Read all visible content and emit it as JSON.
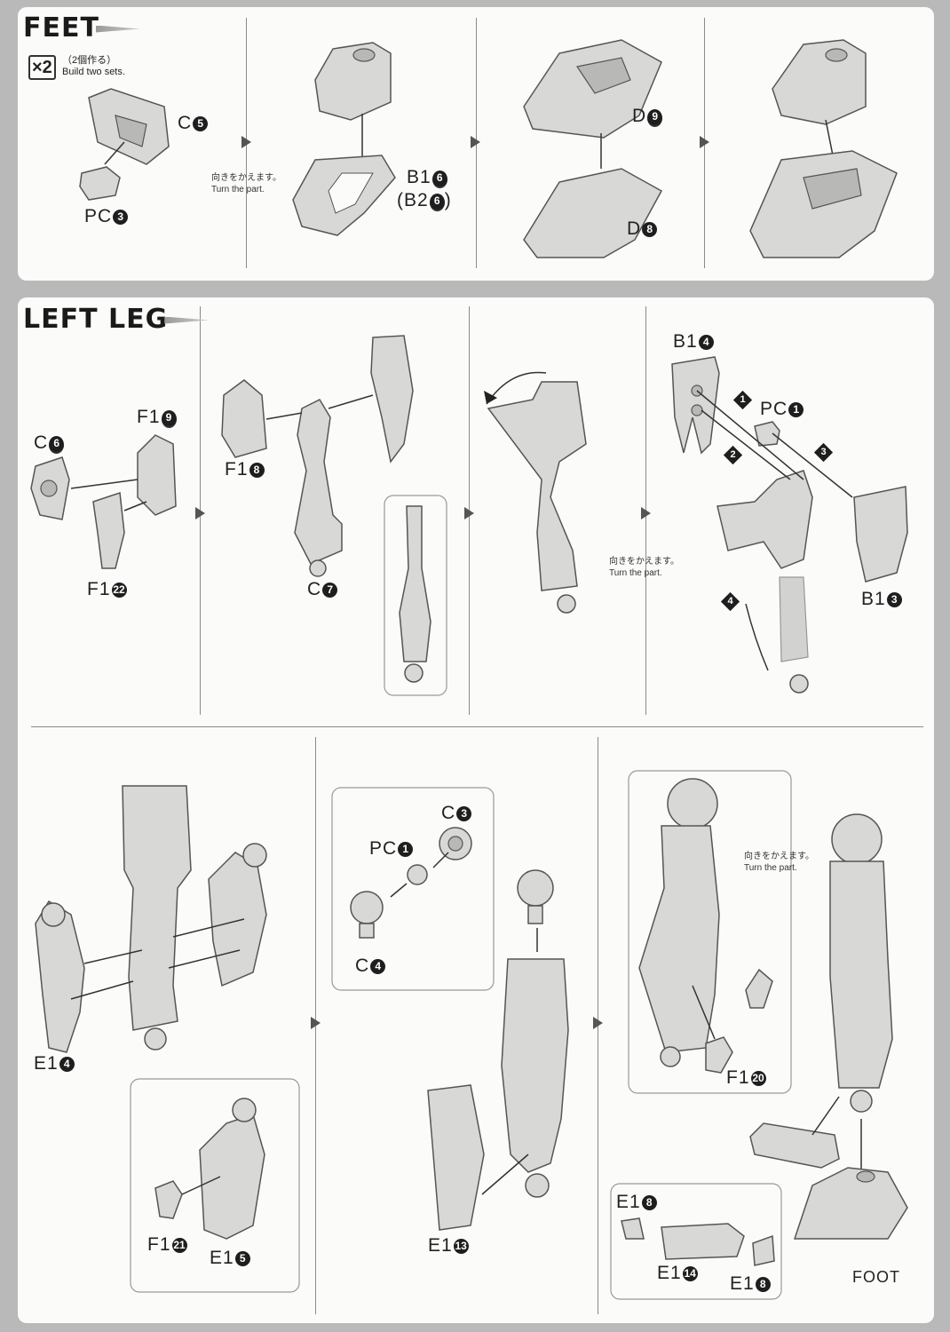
{
  "feet": {
    "title": "FEET",
    "multiplier": "×2",
    "jp_note": "（2個作る）",
    "en_note": "Build two sets.",
    "turn_jp": "向きをかえます。",
    "turn_en": "Turn the part.",
    "labels": {
      "c5": {
        "part": "C",
        "num": "5"
      },
      "pc3": {
        "part": "PC",
        "num": "3"
      },
      "b16": {
        "part": "B1",
        "num": "6"
      },
      "b26": {
        "part": "(B2",
        "num": "6",
        "close": ")"
      },
      "d9": {
        "part": "D",
        "num": "9"
      },
      "d8": {
        "part": "D",
        "num": "8"
      }
    }
  },
  "left_leg": {
    "title": "LEFT LEG",
    "turn_jp": "向きをかえます。",
    "turn_en": "Turn the part.",
    "labels": {
      "f19": {
        "part": "F1",
        "num": "9"
      },
      "c6": {
        "part": "C",
        "num": "6"
      },
      "f122": {
        "part": "F1",
        "num": "22"
      },
      "f18": {
        "part": "F1",
        "num": "8"
      },
      "c7": {
        "part": "C",
        "num": "7"
      },
      "b14": {
        "part": "B1",
        "num": "4"
      },
      "pc1a": {
        "part": "PC",
        "num": "1"
      },
      "b13": {
        "part": "B1",
        "num": "3"
      },
      "e14": {
        "part": "E1",
        "num": "4"
      },
      "f121": {
        "part": "F1",
        "num": "21"
      },
      "e15": {
        "part": "E1",
        "num": "5"
      },
      "c3": {
        "part": "C",
        "num": "3"
      },
      "pc1b": {
        "part": "PC",
        "num": "1"
      },
      "c4": {
        "part": "C",
        "num": "4"
      },
      "e113": {
        "part": "E1",
        "num": "13"
      },
      "f120": {
        "part": "F1",
        "num": "20"
      },
      "e18a": {
        "part": "E1",
        "num": "8"
      },
      "e114": {
        "part": "E1",
        "num": "14"
      },
      "e18b": {
        "part": "E1",
        "num": "8"
      },
      "foot": "FOOT"
    },
    "steps": [
      "1",
      "2",
      "3",
      "4"
    ]
  }
}
